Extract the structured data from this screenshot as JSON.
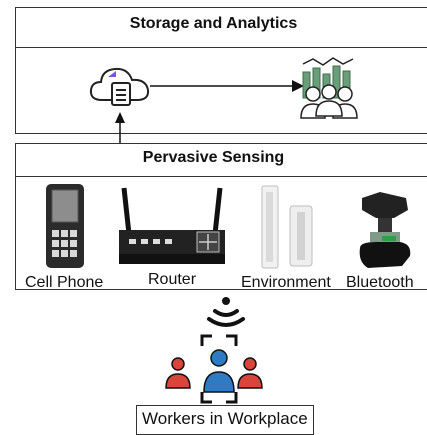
{
  "storage": {
    "title": "Storage and Analytics"
  },
  "sensing": {
    "title": "Pervasive Sensing",
    "devices": [
      {
        "label": "Cell Phone",
        "icon": "cell-phone-icon"
      },
      {
        "label": "Router",
        "icon": "router-icon"
      },
      {
        "label": "Environment",
        "icon": "environment-sensor-icon"
      },
      {
        "label": "Bluetooth",
        "icon": "bluetooth-beacon-icon"
      }
    ]
  },
  "workers": {
    "caption": "Workers in Workplace"
  },
  "colors": {
    "accent_blue": "#2e7bc4",
    "accent_red": "#d9453a",
    "analytics_green": "#6a9e78",
    "cloud_purple": "#7a55e0"
  }
}
